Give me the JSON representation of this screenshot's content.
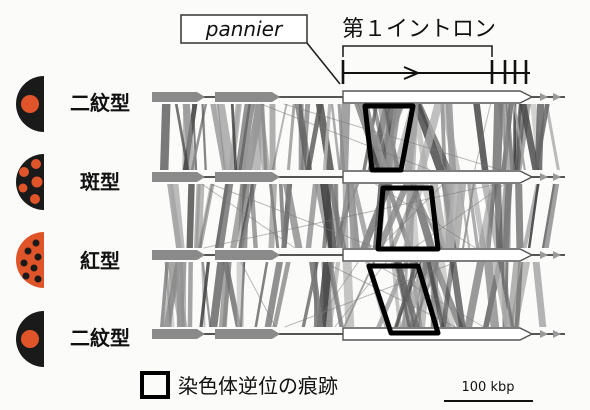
{
  "header": {
    "gene_label": "pannier",
    "intron_label": "第１イントロン"
  },
  "tracks": [
    {
      "label": "二紋型",
      "pattern": "two-spot"
    },
    {
      "label": "斑型",
      "pattern": "spotted"
    },
    {
      "label": "紅型",
      "pattern": "red"
    },
    {
      "label": "二紋型",
      "pattern": "two-spot"
    }
  ],
  "legend": {
    "inversion_label": "染色体逆位の痕跡",
    "scale_label": "100 kbp"
  },
  "colors": {
    "beetle_dark": "#1a1a1a",
    "beetle_orange": "#e0542a",
    "link_gray": "#6e6e6e",
    "inversion_box": "#000000"
  }
}
